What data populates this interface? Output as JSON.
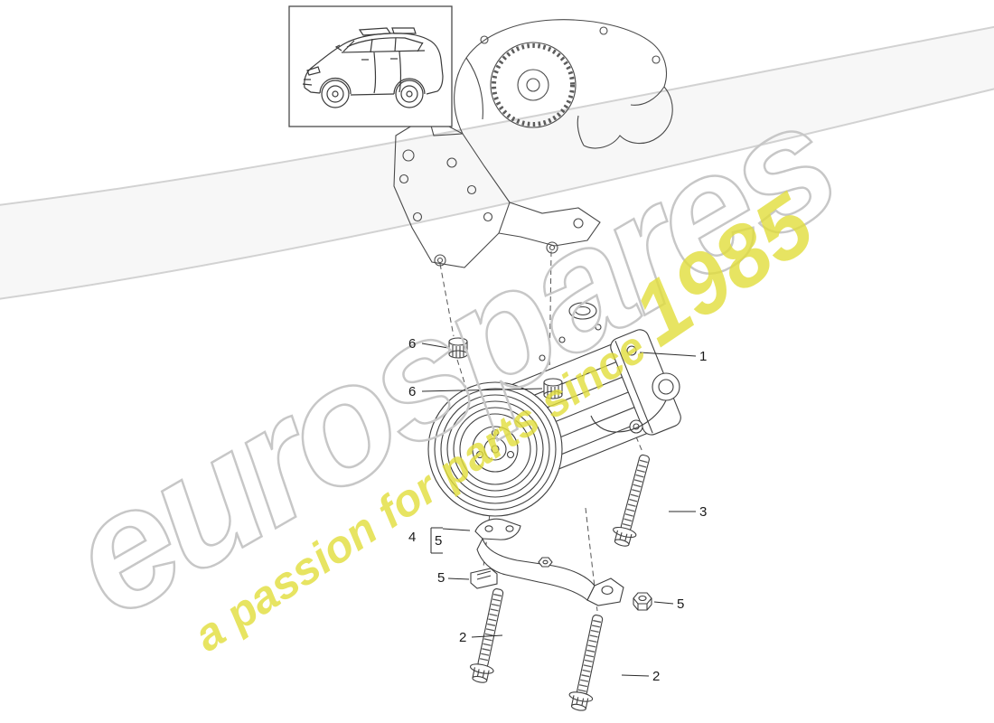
{
  "watermark": {
    "brand": "eurospares",
    "tagline_text": "a passion for parts since ",
    "tagline_year": "1985",
    "brand_outline_color": "#c7c7c7",
    "tagline_color": "#e2de3c"
  },
  "diagram": {
    "line_color": "#3f3f3f"
  },
  "callouts": [
    {
      "label": "6"
    },
    {
      "label": "6"
    },
    {
      "label": "1"
    },
    {
      "label": "3"
    },
    {
      "label": "4"
    },
    {
      "label": "5"
    },
    {
      "label": "5"
    },
    {
      "label": "5"
    },
    {
      "label": "2"
    },
    {
      "label": "2"
    }
  ]
}
